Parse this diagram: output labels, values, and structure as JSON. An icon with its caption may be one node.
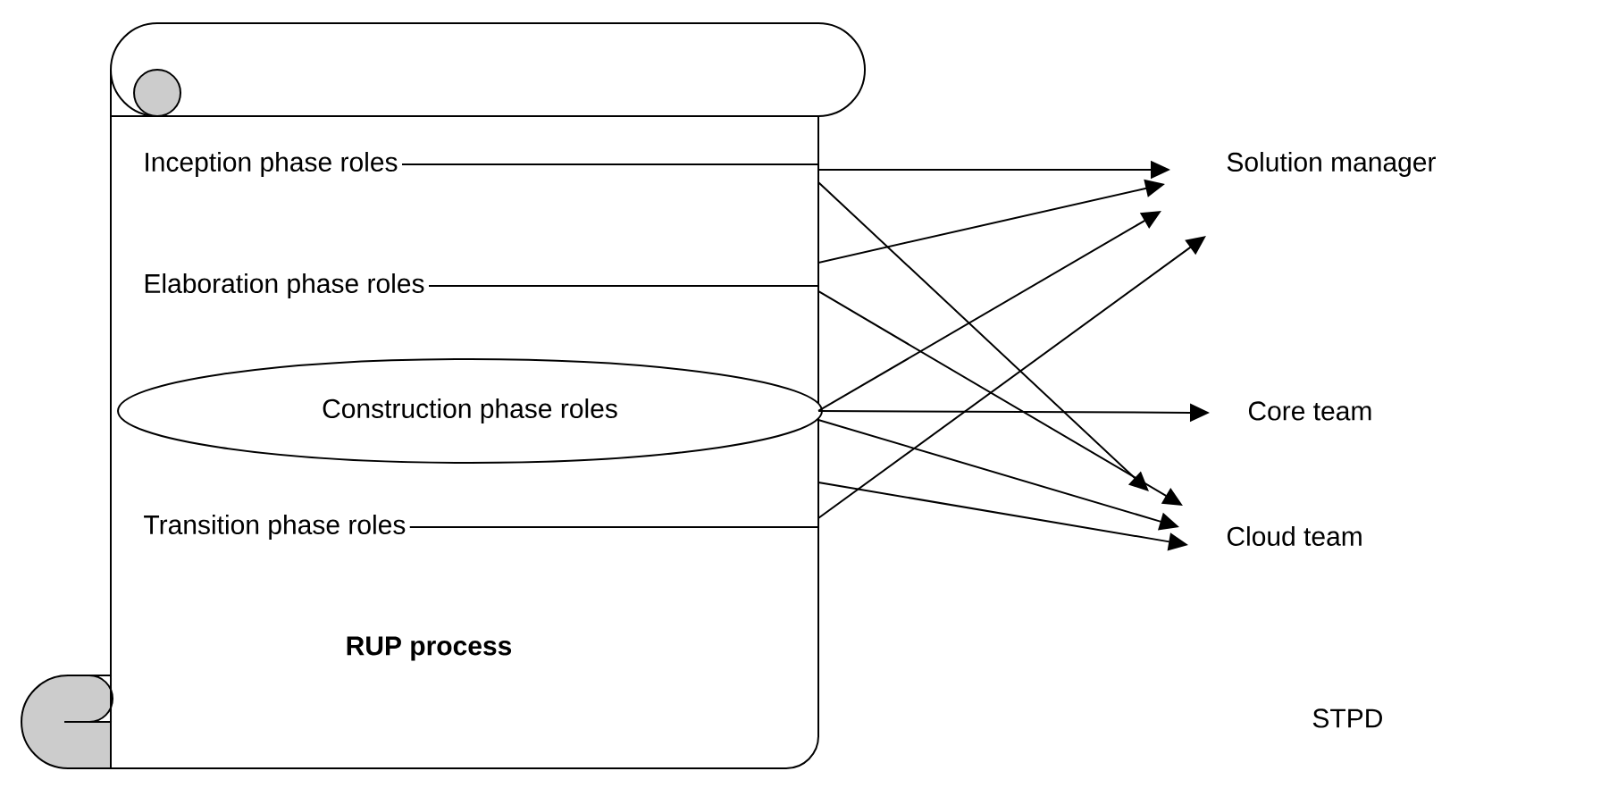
{
  "diagram": {
    "nodes": [
      {
        "text": [
          "RUP process"
        ]
      },
      {
        "text": [
          "Inception phase roles"
        ],
        "in": 0
      },
      {
        "text": [
          "Elaboration phase roles"
        ],
        "in": 0
      },
      {
        "text": [
          "Construction phase roles"
        ],
        "in": 0
      },
      {
        "text": [
          "Transition phase roles"
        ],
        "in": 0
      },
      {
        "text": [
          "Solution manager"
        ]
      },
      {
        "text": [
          "Core team"
        ]
      },
      {
        "text": [
          "Cloud team"
        ]
      }
    ],
    "edges": [
      {
        "from": 1,
        "to": 5,
        "arrow": "to"
      },
      {
        "from": 1,
        "to": 7,
        "arrow": "to"
      },
      {
        "from": 2,
        "to": 5,
        "arrow": "to"
      },
      {
        "from": 2,
        "to": 7,
        "arrow": "to"
      },
      {
        "from": 3,
        "to": 5,
        "arrow": "to"
      },
      {
        "from": 3,
        "to": 6,
        "arrow": "to"
      },
      {
        "from": 3,
        "to": 7,
        "arrow": "to"
      },
      {
        "from": 4,
        "to": 5,
        "arrow": "to"
      },
      {
        "from": 4,
        "to": 7,
        "arrow": "to"
      }
    ],
    "labels": [
      "STPD"
    ]
  }
}
